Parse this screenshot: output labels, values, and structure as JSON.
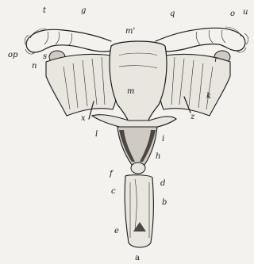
{
  "labels": {
    "t": "t",
    "g_left": "g",
    "m_prime": "m'",
    "q": "q",
    "o": "o",
    "u": "u",
    "op": "op",
    "s": "s",
    "n": "n",
    "m": "m",
    "r": "r",
    "k": "k",
    "x_left": "x",
    "z": "z",
    "l": "l",
    "i": "i",
    "h": "h",
    "f": "f",
    "d": "d",
    "c": "c",
    "b": "b",
    "e": "e",
    "a": "a"
  }
}
